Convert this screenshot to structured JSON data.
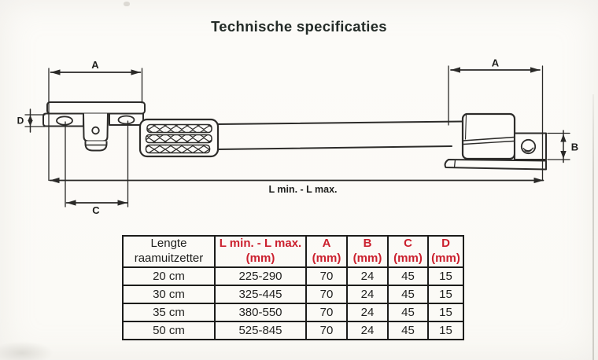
{
  "title": "Technische specificaties",
  "diagram": {
    "labels": {
      "dim_a_left": "A",
      "dim_a_right": "A",
      "dim_b": "B",
      "dim_c": "C",
      "dim_d": "D",
      "dim_length": "L min. - L max."
    }
  },
  "table": {
    "headers": {
      "col1_line1": "Lengte",
      "col1_line2": "raamuitzetter",
      "col2_line1": "L min. - L max.",
      "col2_line2": "(mm)",
      "col3_line1": "A",
      "col3_line2": "(mm)",
      "col4_line1": "B",
      "col4_line2": "(mm)",
      "col5_line1": "C",
      "col5_line2": "(mm)",
      "col6_line1": "D",
      "col6_line2": "(mm)"
    },
    "rows": [
      [
        "20 cm",
        "225-290",
        "70",
        "24",
        "45",
        "15"
      ],
      [
        "30 cm",
        "325-445",
        "70",
        "24",
        "45",
        "15"
      ],
      [
        "35 cm",
        "380-550",
        "70",
        "24",
        "45",
        "15"
      ],
      [
        "50 cm",
        "525-845",
        "70",
        "24",
        "45",
        "15"
      ]
    ]
  },
  "colors": {
    "accent_red": "#cb202e",
    "ink": "#1e1e1c"
  }
}
